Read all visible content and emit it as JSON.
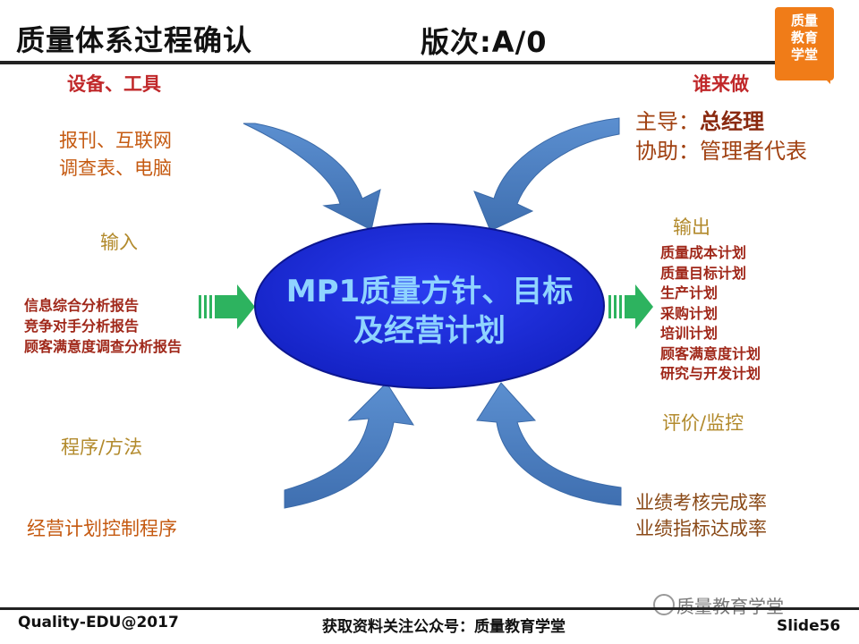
{
  "header": {
    "title": "质量体系过程确认",
    "version": "版次:A/0",
    "logo_lines": [
      "质量",
      "教育",
      "学堂"
    ]
  },
  "tools": {
    "label": "设备、工具",
    "items": [
      "报刊、互联网",
      "调查表、电脑"
    ]
  },
  "who": {
    "label": "谁来做",
    "lead_prefix": "主导：",
    "lead_value": "总经理",
    "assist": "协助：管理者代表"
  },
  "input": {
    "label": "输入",
    "items": [
      "信息综合分析报告",
      "竞争对手分析报告",
      "顾客满意度调查分析报告"
    ]
  },
  "output": {
    "label": "输出",
    "items": [
      "质量成本计划",
      "质量目标计划",
      "生产计划",
      "采购计划",
      "培训计划",
      "顾客满意度计划",
      "研究与开发计划"
    ]
  },
  "center": {
    "line1": "MP1质量方针、目标",
    "line2": "及经营计划"
  },
  "method": {
    "label": "程序/方法",
    "item": "经营计划控制程序"
  },
  "evaluation": {
    "label": "评价/监控",
    "items": [
      "业绩考核完成率",
      "业绩指标达成率"
    ]
  },
  "footer": {
    "left": "Quality-EDU@2017",
    "middle": "获取资料关注公众号：质量教育学堂",
    "watermark": "质量教育学堂",
    "slide": "Slide56"
  },
  "colors": {
    "ellipse": "#1a28d8",
    "curved_arrow": "#4f81bd",
    "green_arrow": "#2db35f",
    "center_text": "#7fd0ff"
  }
}
